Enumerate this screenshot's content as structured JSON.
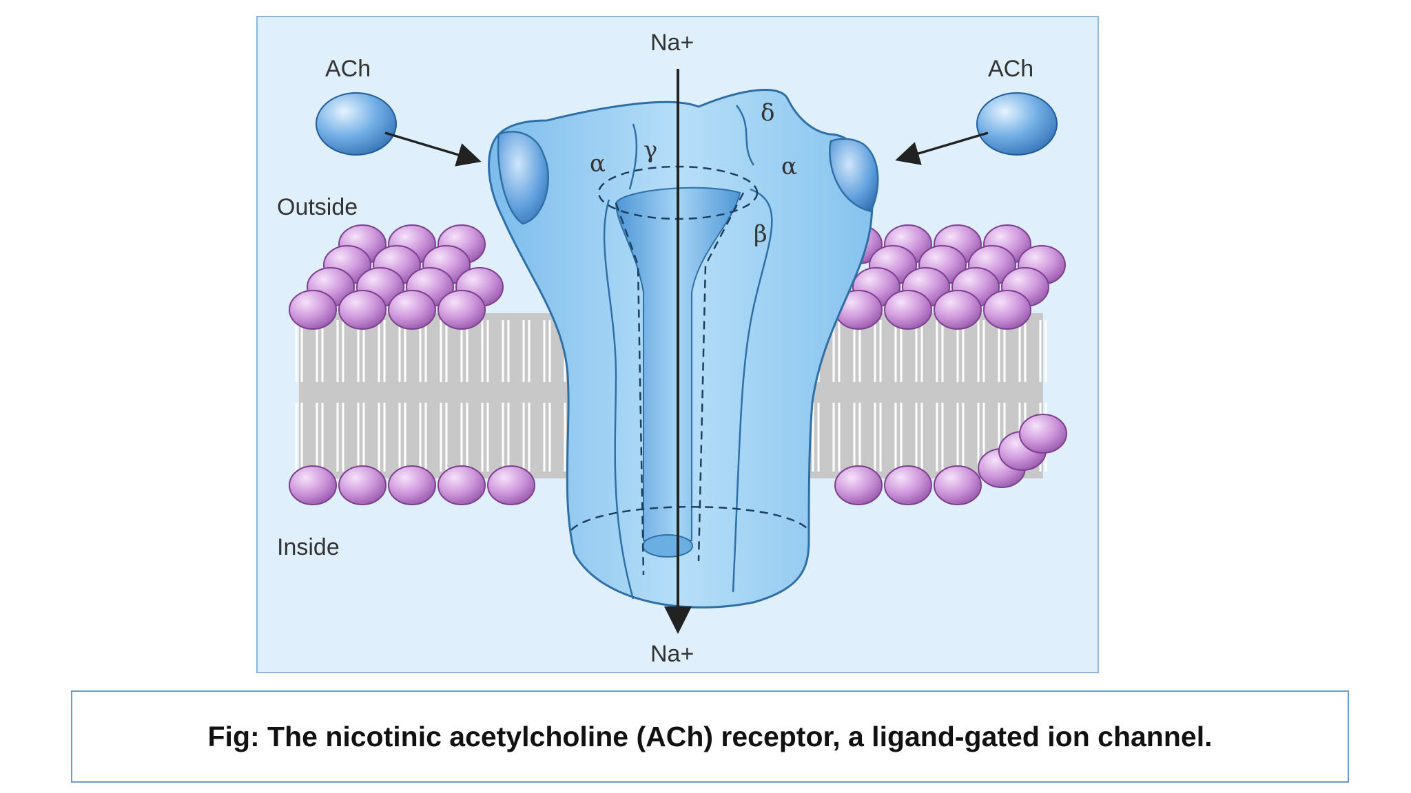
{
  "figure": {
    "labels": {
      "na_top": "Na+",
      "na_bottom": "Na+",
      "ach_left": "ACh",
      "ach_right": "ACh",
      "outside": "Outside",
      "inside": "Inside"
    },
    "subunits": {
      "alpha_left": "α",
      "gamma": "γ",
      "delta": "δ",
      "alpha_right": "α",
      "beta": "β"
    },
    "colors": {
      "panel_background": "#dff0fc",
      "receptor": "#9fd2f2",
      "receptor_outline": "#2e6fa6",
      "lipid_head": "#c98fd6",
      "membrane_tails": "#c8c8c8",
      "ach_ball": "#6aa6df"
    }
  },
  "caption": {
    "text": "Fig: The nicotinic acetylcholine (ACh) receptor, a ligand-gated ion channel."
  }
}
